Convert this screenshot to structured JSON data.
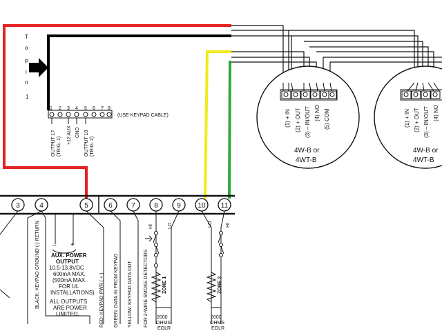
{
  "pin_header": {
    "to_label": [
      "T",
      "o"
    ],
    "pin_label": [
      "P",
      "i",
      "n"
    ],
    "pin_number": "1",
    "pin_numbers": [
      "1",
      "2",
      "3",
      "4",
      "5",
      "6",
      "7",
      "8"
    ],
    "use_keypad_cable": "(USE KEYPAD CABLE)",
    "output17": [
      "OUTPUT 17",
      "(TRIG. 1)"
    ],
    "aux12": "+12 AUX",
    "gnd": "GND",
    "output18": [
      "OUTPUT 18",
      "(TRIG. 2)"
    ]
  },
  "detectors": [
    {
      "terminals": [
        "(1) + IN",
        "(2) + OUT",
        "(3) – IN/OUT",
        "(4) NO",
        "(5) COM"
      ],
      "model": [
        "4W-B or",
        "4WT-B"
      ]
    },
    {
      "terminals": [
        "(1) + IN",
        "(2) + OUT",
        "(3) – IN/OUT",
        "(4) NO"
      ],
      "model": [
        "4W-B or",
        "4WT-B"
      ]
    }
  ],
  "panel": {
    "terminals": [
      "3",
      "4",
      "5",
      "6",
      "7",
      "8",
      "9",
      "10",
      "11"
    ],
    "aux_power": {
      "sign_minus": "–",
      "sign_plus": "+",
      "title": [
        "AUX. POWER",
        "OUTPUT"
      ],
      "specs": [
        "10.5-13.8VDC",
        "600mA MAX.",
        "(500mA MAX.",
        "FOR UL",
        "INSTALLATIONS)"
      ],
      "note": [
        "ALL OUTPUTS",
        "ARE POWER",
        "LIMITED."
      ]
    },
    "vertical_labels": [
      "BLACK: KEYPAD GROUND (-) RETURN",
      "RED: KEYPAD PWR ( + )",
      "GREEN: DATA IN FROM KEYPAD",
      "YELLOW: KEYPAD DATA OUT",
      "FOR 2-WIRE SMOKE DETECTORS"
    ],
    "hi_lo": [
      "HI",
      "LO",
      "LO",
      "HI"
    ],
    "zone1": {
      "label": "ZONE 1",
      "ohms": [
        "2000",
        "OHMS",
        "EOLR"
      ]
    },
    "zone2": {
      "label": "ZONE 2",
      "ohms": [
        "2000",
        "OHMS",
        "EOLR"
      ]
    }
  },
  "colors": {
    "red_wire": "#e52222",
    "black_wire": "#000000",
    "yellow_wire": "#f2ea1a",
    "green_wire": "#2fa83a",
    "line": "#111111"
  }
}
